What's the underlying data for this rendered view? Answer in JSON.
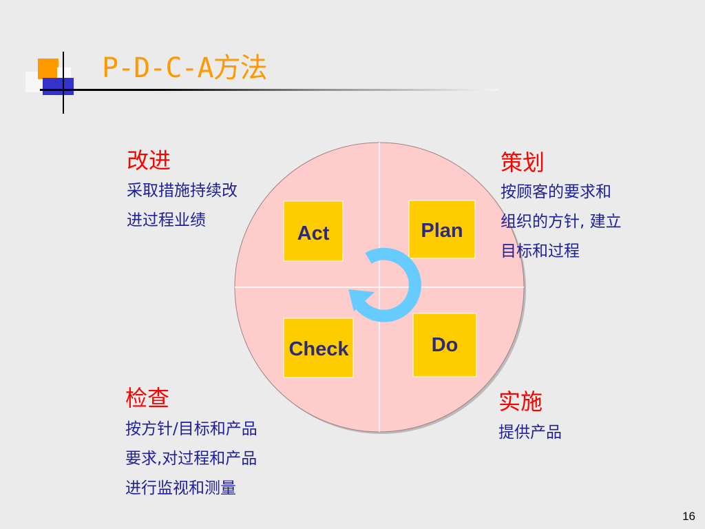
{
  "title": "P-D-C-A方法",
  "cycle": {
    "act": "Act",
    "plan": "Plan",
    "check": "Check",
    "do": "Do"
  },
  "quadrants": {
    "top_left": {
      "heading": "改进",
      "lines": [
        "采取措施持续改",
        "进过程业绩"
      ]
    },
    "top_right": {
      "heading": "策划",
      "lines": [
        "按顾客的要求和",
        "组织的方针, 建立",
        "目标和过程"
      ]
    },
    "bottom_left": {
      "heading": "检查",
      "lines": [
        "按方针/目标和产品",
        "要求,对过程和产品",
        "进行监视和测量"
      ]
    },
    "bottom_right": {
      "heading": "实施",
      "lines": [
        "提供产品"
      ]
    }
  },
  "page_number": "16",
  "colors": {
    "title": "#ff9900",
    "heading": "#ff0000",
    "description": "#1f1f9c",
    "circle_fill": "#ffcccc",
    "box_fill": "#ffcc00",
    "arrow": "#66ccff"
  }
}
